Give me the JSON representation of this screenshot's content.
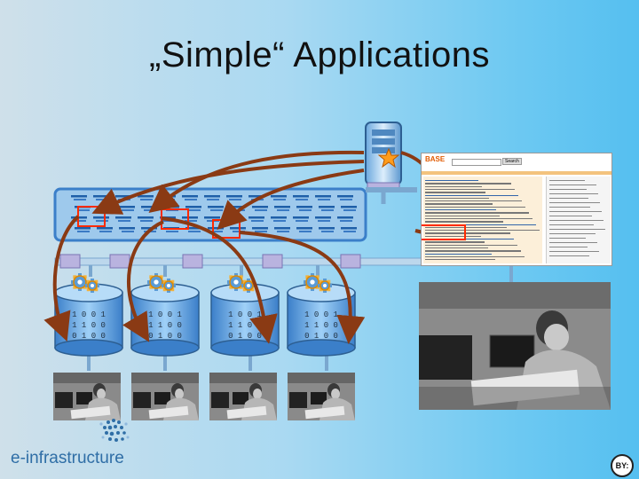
{
  "slide": {
    "title": "„Simple“ Applications",
    "logo_text": "e-infrastructure",
    "license_badge": "BY:"
  },
  "icons": {
    "server": "server-icon",
    "star": "star-icon",
    "gear": "gear-icon",
    "database": "database-icon"
  },
  "databases": {
    "binary_rows": [
      "1 0 0 1",
      "1 1 0 0",
      "0 1 0 0"
    ]
  },
  "screenshot": {
    "logo": "BASE",
    "search_button": "Search"
  },
  "colors": {
    "arrow": "#8a3a14",
    "highlight": "#ff2a00",
    "panel": "#9ec9ec",
    "bus": "#bcd7ec"
  }
}
